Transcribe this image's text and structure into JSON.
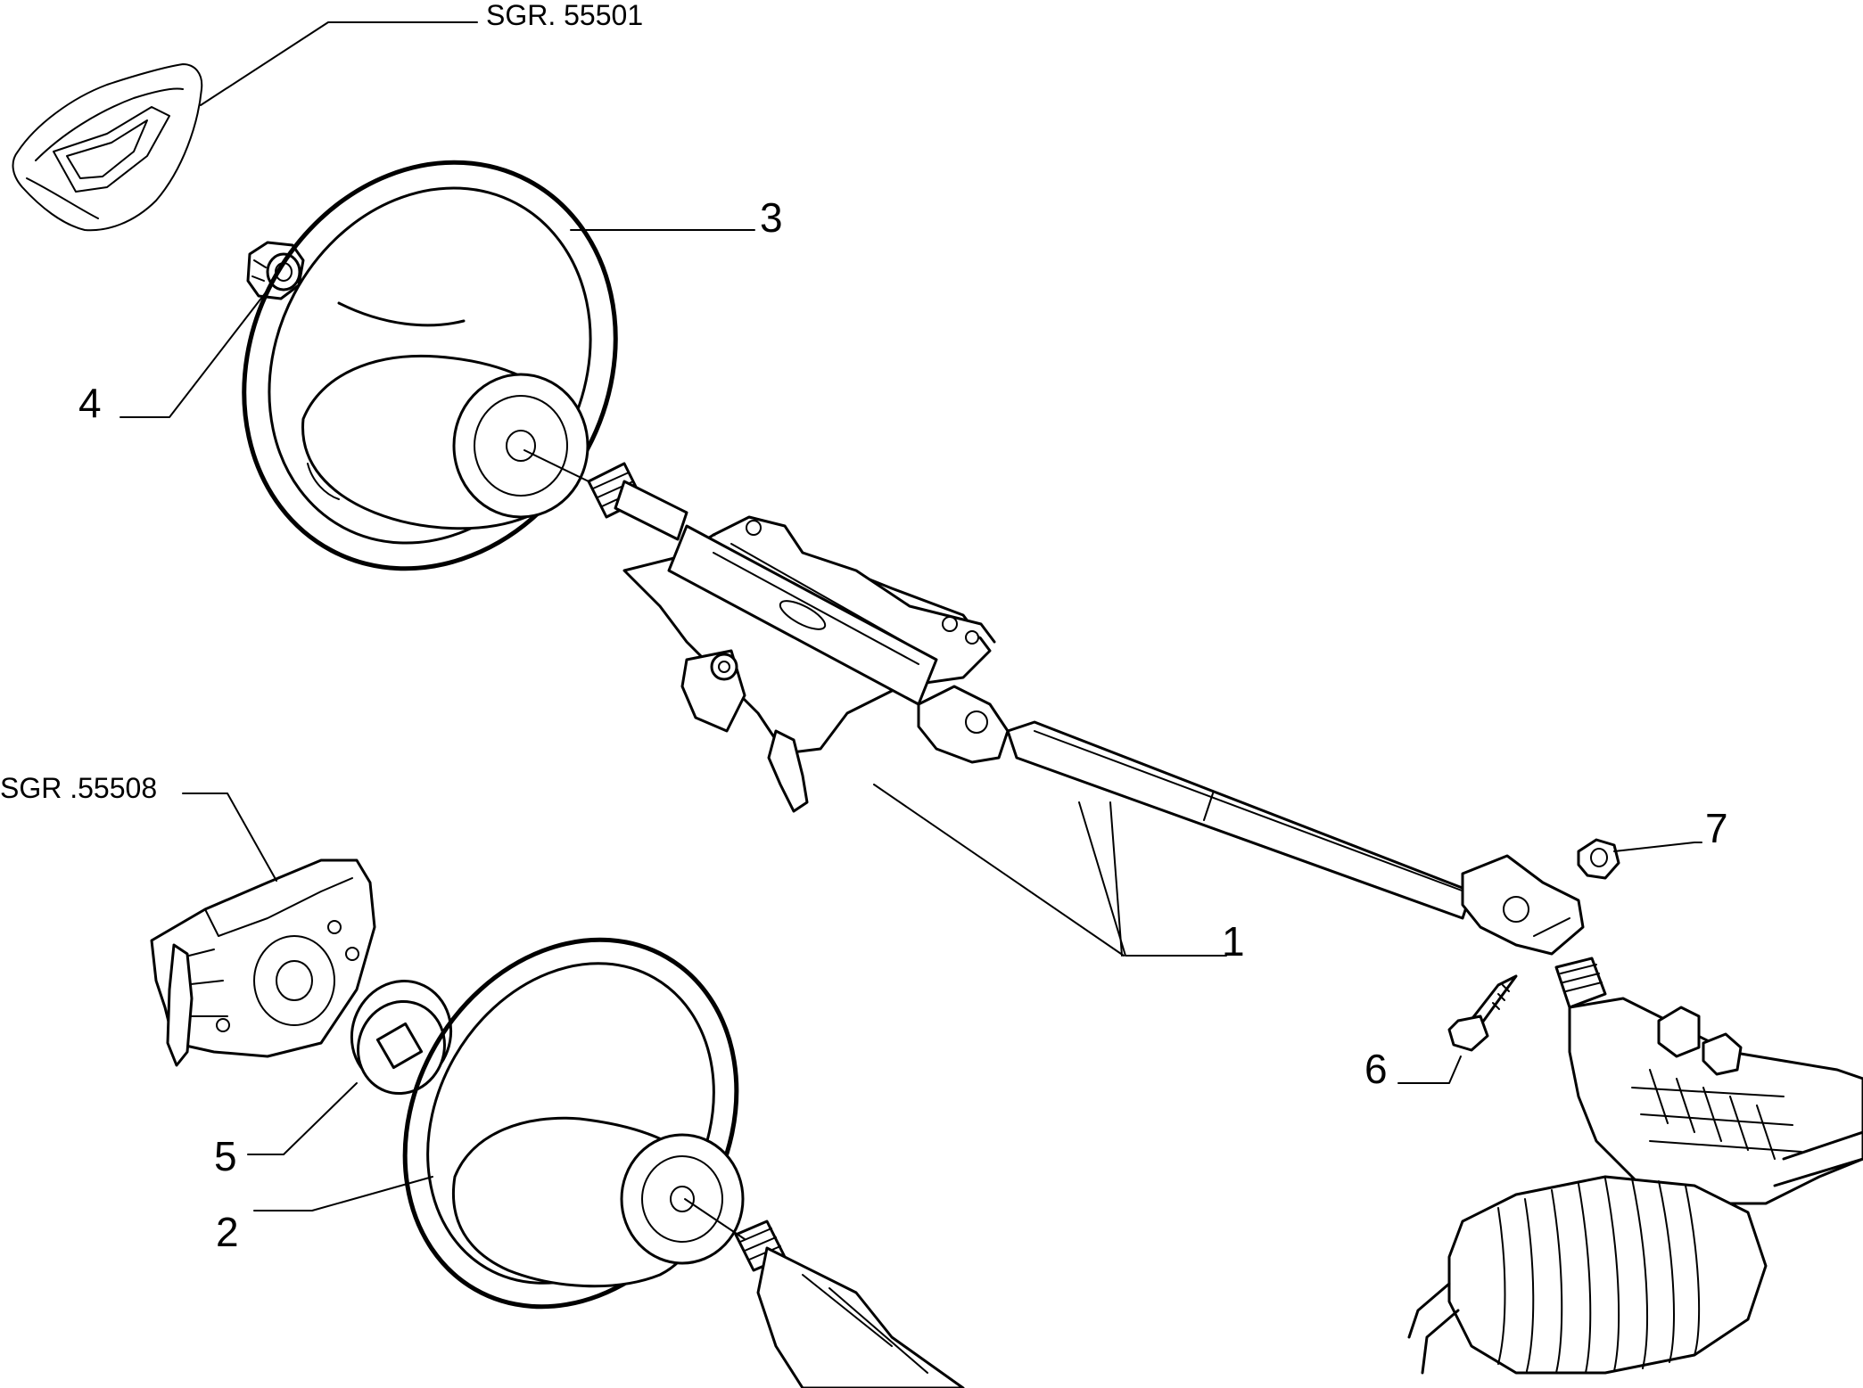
{
  "refs": {
    "airbag_ref": "SGR. 55501",
    "module_ref": "SGR .55508"
  },
  "parts": [
    {
      "num": "1",
      "part": "steering-column"
    },
    {
      "num": "2",
      "part": "steering-wheel-alt"
    },
    {
      "num": "3",
      "part": "steering-wheel"
    },
    {
      "num": "4",
      "part": "wheel-nut"
    },
    {
      "num": "5",
      "part": "clock-spring"
    },
    {
      "num": "6",
      "part": "pinch-bolt"
    },
    {
      "num": "7",
      "part": "flange-nut"
    }
  ],
  "colors": {
    "ink": "#000000",
    "paper": "#ffffff"
  }
}
